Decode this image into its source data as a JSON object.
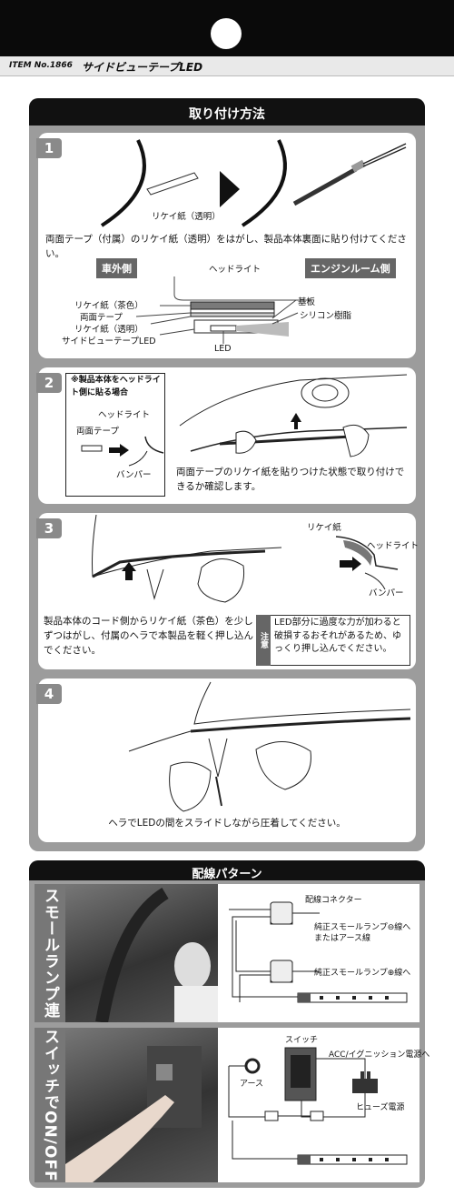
{
  "header": {
    "item_no": "ITEM No.1866",
    "product": "サイドビューテープLED"
  },
  "install": {
    "title": "取り付け方法",
    "step1": {
      "num": "1",
      "release_paper": "リケイ紙（透明）",
      "instruction": "両面テープ（付属）のリケイ紙（透明）をはがし、製品本体裏面に貼り付けてください。",
      "outer_side": "車外側",
      "headlight": "ヘッドライト",
      "engine_side": "エンジンルーム側",
      "paper_brown": "リケイ紙（茶色）",
      "double_tape": "両面テープ",
      "paper_clear": "リケイ紙（透明）",
      "product_led": "サイドビューテープLED",
      "substrate": "基板",
      "silicone": "シリコン樹脂",
      "led": "LED"
    },
    "step2": {
      "num": "2",
      "note": "※製品本体をヘッドライト側に貼る場合",
      "headlight": "ヘッドライト",
      "double_tape": "両面テープ",
      "bumper": "バンパー",
      "instruction": "両面テープのリケイ紙を貼りつけた状態で取り付けできるか確認します。"
    },
    "step3": {
      "num": "3",
      "release_paper": "リケイ紙",
      "headlight": "ヘッドライト",
      "bumper": "バンパー",
      "instruction": "製品本体のコード側からリケイ紙（茶色）を少しずつはがし、付属のヘラで本製品を軽く押し込んでください。",
      "caution_label": "注意",
      "caution": "LED部分に過度な力が加わると破損するおそれがあるため、ゆっくり押し込んでください。"
    },
    "step4": {
      "num": "4",
      "instruction": "ヘラでLEDの間をスライドしながら圧着してください。"
    }
  },
  "wiring": {
    "title": "配線パターン",
    "small_lamp": {
      "label": "スモールランプ連動",
      "connector": "配線コネクター",
      "minus_line": "純正スモールランプ⊖線へ",
      "or_earth": "またはアース線",
      "plus_line": "純正スモールランプ⊕線へ"
    },
    "switch": {
      "label": "スイッチでON/OFF",
      "switch": "スイッチ",
      "acc": "ACC/イグニッション電源へ",
      "earth": "アース",
      "fuse": "ヒューズ電源"
    }
  }
}
